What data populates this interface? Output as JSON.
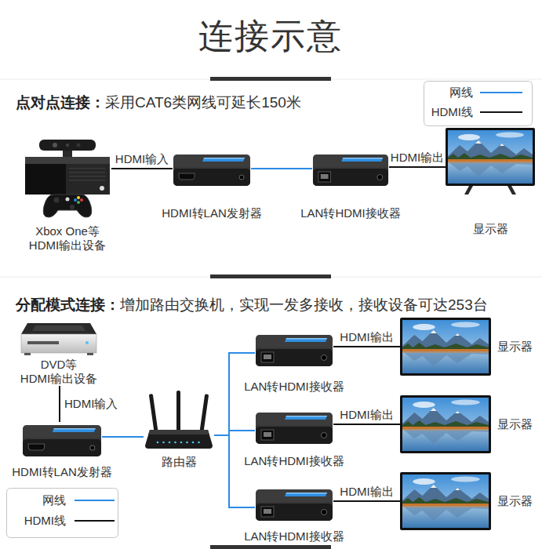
{
  "diagram": {
    "title": "连接示意",
    "nodes": [
      {
        "text": [
          "Xbox One等 HDMI输出设备"
        ]
      },
      {
        "text": [
          "HDMI转LAN发射器"
        ]
      },
      {
        "text": [
          "LAN转HDMI接收器"
        ]
      },
      {
        "text": [
          "显示器"
        ]
      },
      {
        "text": [
          "DVD等 HDMI输出设备"
        ]
      },
      {
        "text": [
          "HDMI转LAN发射器"
        ]
      },
      {
        "text": [
          "路由器"
        ]
      },
      {
        "text": [
          "LAN转HDMI接收器"
        ]
      },
      {
        "text": [
          "LAN转HDMI接收器"
        ]
      },
      {
        "text": [
          "LAN转HDMI接收器"
        ]
      },
      {
        "text": [
          "显示器"
        ]
      },
      {
        "text": [
          "显示器"
        ]
      },
      {
        "text": [
          "显示器"
        ]
      }
    ],
    "edges": [
      {
        "from": 0,
        "to": 1,
        "arrow": "none",
        "label": "HDMI输入"
      },
      {
        "from": 1,
        "to": 2,
        "arrow": "none"
      },
      {
        "from": 2,
        "to": 3,
        "arrow": "none",
        "label": "HDMI输出"
      },
      {
        "from": 4,
        "to": 5,
        "arrow": "none",
        "label": "HDMI输入"
      },
      {
        "from": 5,
        "to": 6,
        "arrow": "none"
      },
      {
        "from": 6,
        "to": 7,
        "arrow": "none"
      },
      {
        "from": 6,
        "to": 8,
        "arrow": "none"
      },
      {
        "from": 6,
        "to": 9,
        "arrow": "none"
      },
      {
        "from": 7,
        "to": 10,
        "arrow": "none",
        "label": "HDMI输出"
      },
      {
        "from": 8,
        "to": 11,
        "arrow": "none",
        "label": "HDMI输出"
      },
      {
        "from": 9,
        "to": 12,
        "arrow": "none",
        "label": "HDMI输出"
      }
    ],
    "labels": [
      "点对点连接：",
      "采用CAT6类网线可延长150米",
      "分配模式连接：",
      "增加路由交换机，实现一发多接收，接收设备可达253台"
    ],
    "legend": [
      {
        "text": "网线"
      },
      {
        "text": "HDMI线"
      },
      {
        "text": "网线"
      },
      {
        "text": "HDMI线"
      }
    ]
  }
}
